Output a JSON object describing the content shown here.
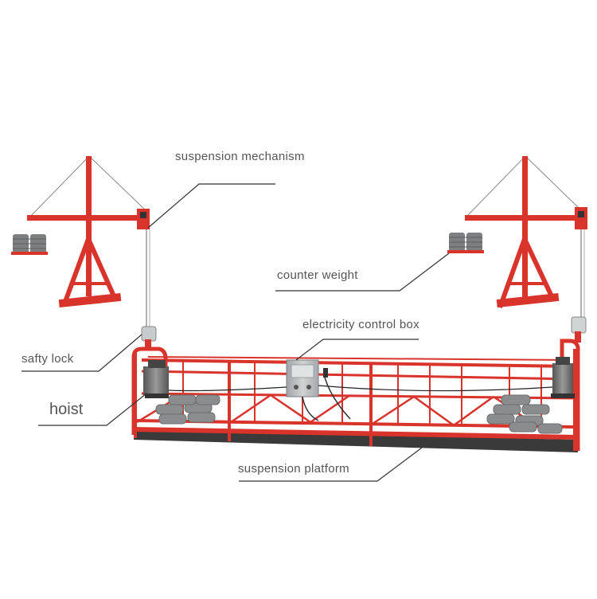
{
  "labels": {
    "suspension_mechanism": "suspension mechanism",
    "counter_weight": "counter weight",
    "electricity_control_box": "electricity control box",
    "safty_lock": "safty lock",
    "hoist": "hoist",
    "suspension_platform": "suspension platform"
  },
  "colors": {
    "frame": "#d8342c",
    "frame_dark": "#a8221c",
    "weights": "#7d7f80",
    "control_box": "#b9bec0",
    "background": "#ffffff",
    "text": "#555555"
  }
}
